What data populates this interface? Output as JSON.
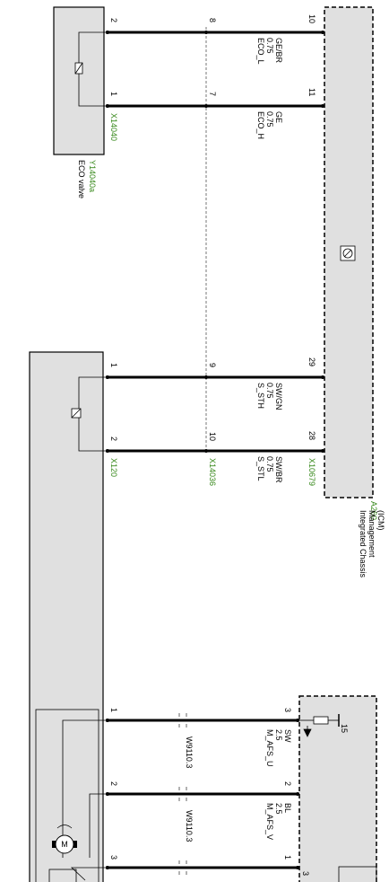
{
  "colors": {
    "box_fill": "#e0e0e0",
    "label_green": "#3a8a1e",
    "wire": "#000000"
  },
  "eco_valve": {
    "connector": "X14040",
    "ref": "Y14040a",
    "name": "ECO valve",
    "pins": [
      "2",
      "1"
    ]
  },
  "icm": {
    "ref": "A260",
    "name_lines": [
      "Integrated Chassis",
      "Management",
      "(ICM)"
    ],
    "connector": "X10679",
    "pins": [
      "10",
      "11",
      "29",
      "28"
    ]
  },
  "x120": {
    "connector": "X120",
    "pins": [
      "1",
      "2"
    ]
  },
  "x14036": {
    "connector": "X14036",
    "pins": [
      "8",
      "7",
      "9",
      "10"
    ]
  },
  "wires": [
    {
      "signal": "ECO_L",
      "size": "0.75",
      "color": "GE/BR"
    },
    {
      "signal": "ECO_H",
      "size": "0.75",
      "color": "GE"
    },
    {
      "signal": "S_STH",
      "size": "0.75",
      "color": "SW/GN"
    },
    {
      "signal": "S_STL",
      "size": "0.75",
      "color": "SW/BR"
    }
  ],
  "motor_wires": [
    {
      "signal": "M_AFS_U",
      "size": "2.5",
      "color": "SW",
      "splice": "W9110.3",
      "pin_left": "1",
      "pin_right": "3"
    },
    {
      "signal": "M_AFS_V",
      "size": "2.5",
      "color": "BL",
      "splice": "W9110.3",
      "pin_left": "2",
      "pin_right": "2"
    },
    {
      "signal": "",
      "size": "",
      "color": "",
      "splice": "",
      "pin_left": "3",
      "pin_right": "1"
    }
  ],
  "supply": {
    "terminal": "15",
    "pin": "3"
  },
  "motor_symbol": "M"
}
